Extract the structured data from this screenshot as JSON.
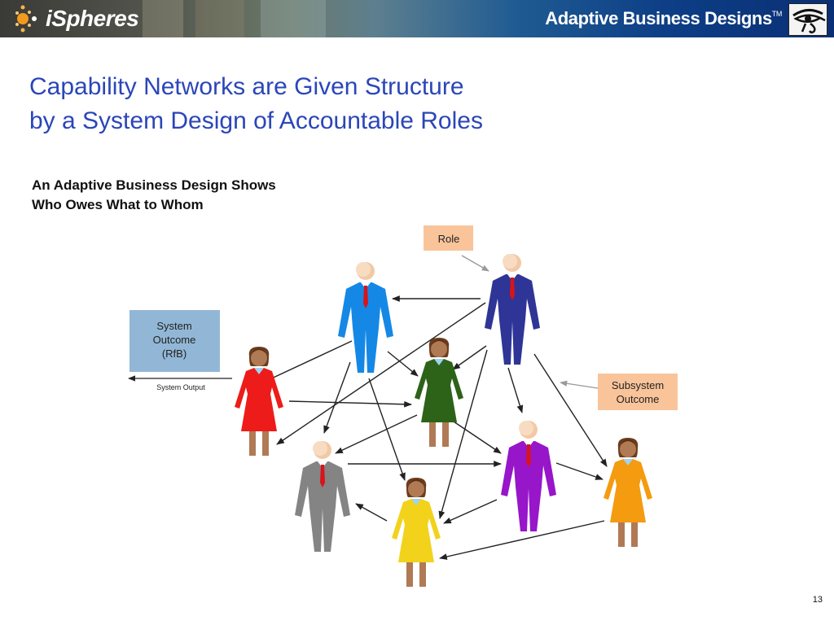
{
  "header": {
    "logo_text": "iSpheres",
    "brand": "Adaptive Business Designs",
    "trademark": "TM"
  },
  "slide": {
    "title_line1": "Capability Networks are Given Structure",
    "title_line2": "by a System Design of Accountable Roles",
    "subtitle_line1": "An Adaptive Business Design Shows",
    "subtitle_line2": "Who Owes What to Whom",
    "page_number": "13"
  },
  "diagram": {
    "role_label": "Role",
    "system_outcome_label": [
      "System",
      "Outcome",
      "(RfB)"
    ],
    "system_output_label": "System Output",
    "subsystem_outcome_label": [
      "Subsystem",
      "Outcome"
    ],
    "colors": {
      "role_box": "#f9c49a",
      "system_box": "#92b7d6",
      "subsystem_box": "#f9c49a",
      "title": "#2b46b8"
    },
    "people": [
      {
        "name": "person-blue-man",
        "color": "#1588e6"
      },
      {
        "name": "person-navy-man",
        "color": "#2e3596"
      },
      {
        "name": "person-red-woman",
        "color": "#ee1b1b"
      },
      {
        "name": "person-green-woman",
        "color": "#2d6318"
      },
      {
        "name": "person-gray-man",
        "color": "#848484"
      },
      {
        "name": "person-purple-man",
        "color": "#9716c9"
      },
      {
        "name": "person-yellow-woman",
        "color": "#f2d21b"
      },
      {
        "name": "person-orange-woman",
        "color": "#f49b10"
      }
    ]
  }
}
